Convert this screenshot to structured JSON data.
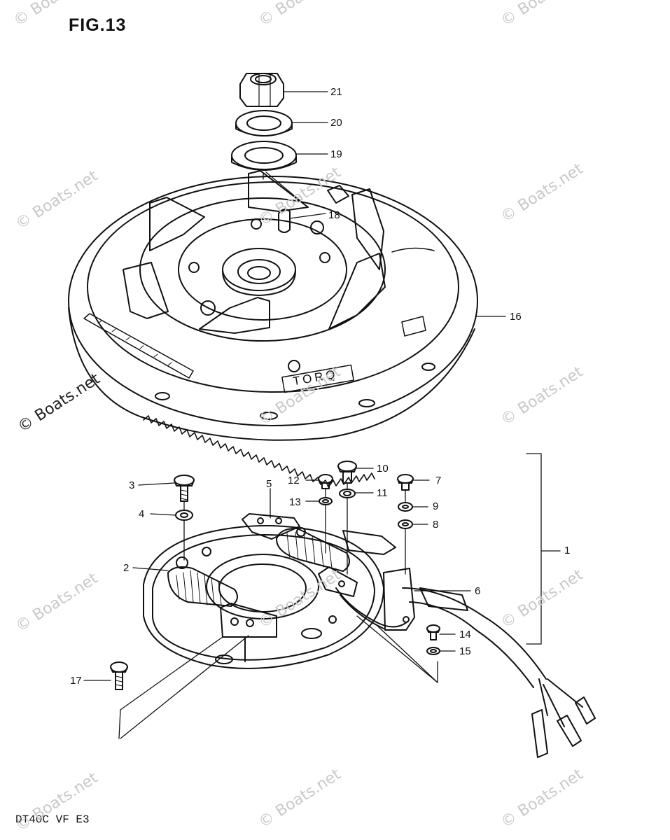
{
  "figure": {
    "title": "FIG.13",
    "model_code": "DT40C VF E3"
  },
  "callouts": [
    "1",
    "2",
    "3",
    "4",
    "5",
    "6",
    "7",
    "8",
    "9",
    "10",
    "11",
    "12",
    "13",
    "14",
    "15",
    "16",
    "17",
    "18",
    "19",
    "20",
    "21"
  ],
  "markings": {
    "flywheel_stamp": "TORQ"
  },
  "watermark": "© Boats.net",
  "colors": {
    "ink": "#111111",
    "watermark": "#c9c9c9"
  }
}
